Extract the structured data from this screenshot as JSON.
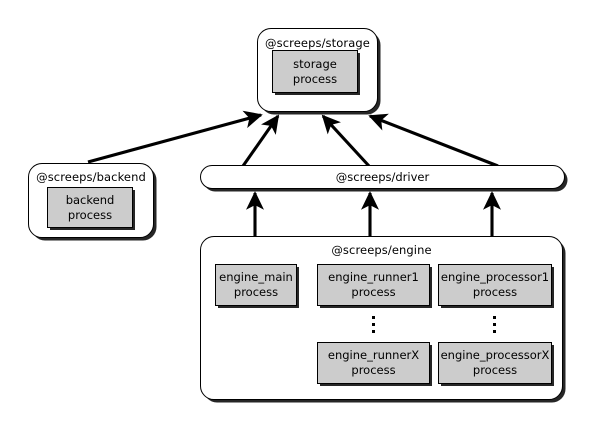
{
  "diagram": {
    "title": "screeps architecture process diagram",
    "background": "#ffffff",
    "line_color": "#000000",
    "process_fill": "#cccccc",
    "package_fill": "#ffffff"
  },
  "packages": {
    "storage": {
      "label": "@screeps/storage",
      "processes": [
        {
          "name": "storage",
          "suffix": "process"
        }
      ]
    },
    "backend": {
      "label": "@screeps/backend",
      "processes": [
        {
          "name": "backend",
          "suffix": "process"
        }
      ]
    },
    "driver": {
      "label": "@screeps/driver"
    },
    "engine": {
      "label": "@screeps/engine",
      "processes": [
        {
          "name": "engine_main",
          "suffix": "process"
        },
        {
          "name": "engine_runner1",
          "suffix": "process"
        },
        {
          "name": "engine_processor1",
          "suffix": "process"
        },
        {
          "name": "engine_runnerX",
          "suffix": "process"
        },
        {
          "name": "engine_processorX",
          "suffix": "process"
        }
      ],
      "continuation_marker": "vertical-ellipsis"
    }
  },
  "connections": [
    {
      "from": "backend",
      "to": "storage",
      "style": "arrow"
    },
    {
      "from": "driver",
      "to": "storage",
      "style": "arrow"
    },
    {
      "from": "driver",
      "to": "storage",
      "style": "arrow"
    },
    {
      "from": "driver",
      "to": "storage",
      "style": "arrow"
    },
    {
      "from": "engine",
      "to": "driver",
      "style": "arrow"
    },
    {
      "from": "engine",
      "to": "driver",
      "style": "arrow"
    },
    {
      "from": "engine",
      "to": "driver",
      "style": "arrow"
    }
  ]
}
